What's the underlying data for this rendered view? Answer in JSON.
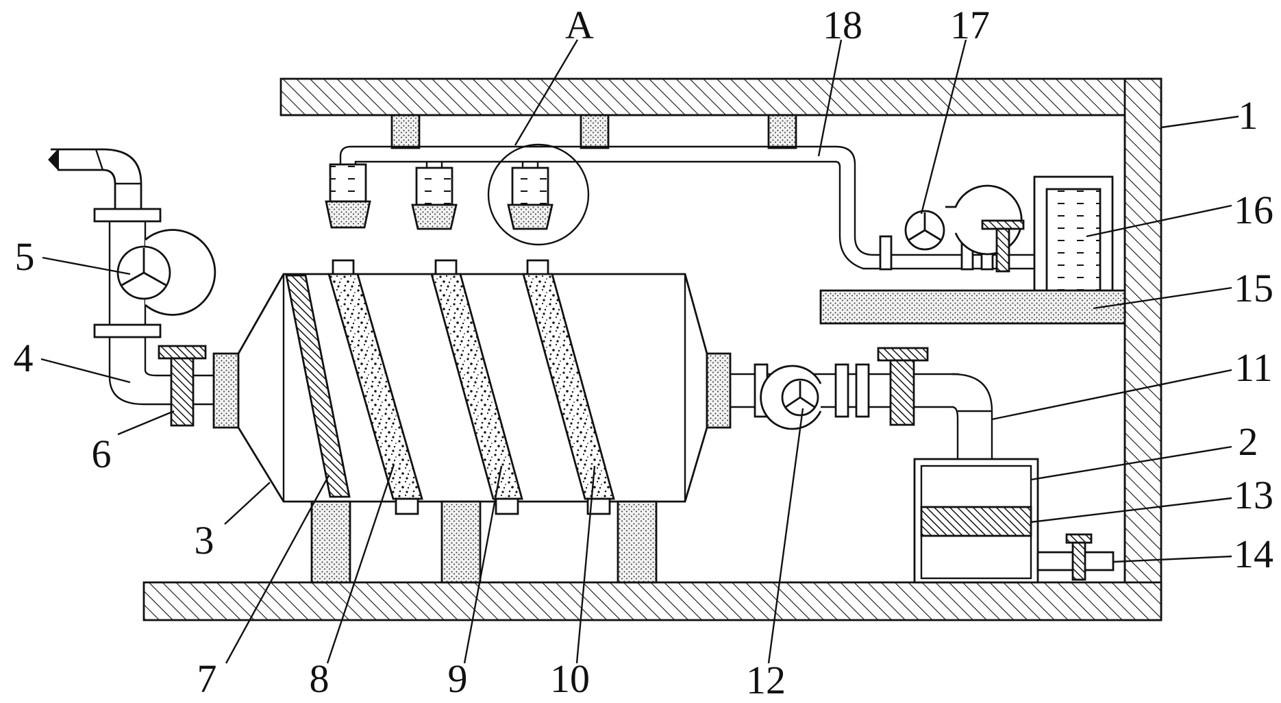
{
  "labels": {
    "A": "A",
    "n1": "1",
    "n2": "2",
    "n3": "3",
    "n4": "4",
    "n5": "5",
    "n6": "6",
    "n7": "7",
    "n8": "8",
    "n9": "9",
    "n10": "10",
    "n11": "11",
    "n12": "12",
    "n13": "13",
    "n14": "14",
    "n15": "15",
    "n16": "16",
    "n17": "17",
    "n18": "18"
  }
}
